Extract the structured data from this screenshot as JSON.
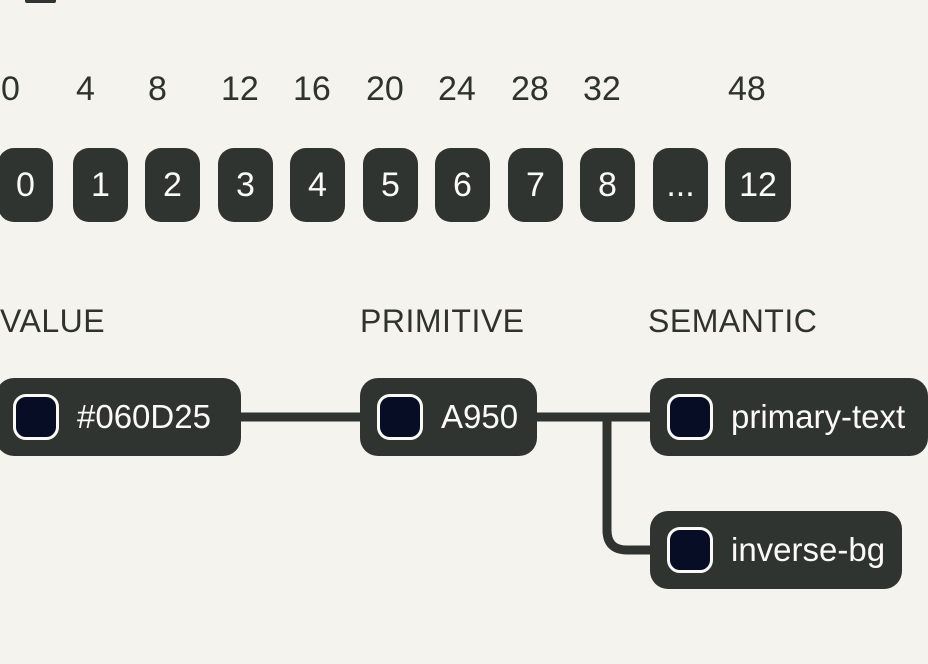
{
  "colors": {
    "background": "#f5f3ed",
    "block": "#2f3430",
    "swatch": "#060d25",
    "light_text": "#fbfaf7",
    "dark_text": "#2e332d"
  },
  "spacing_scale": {
    "items": [
      {
        "px": "0",
        "step": "0"
      },
      {
        "px": "4",
        "step": "1"
      },
      {
        "px": "8",
        "step": "2"
      },
      {
        "px": "12",
        "step": "3"
      },
      {
        "px": "16",
        "step": "4"
      },
      {
        "px": "20",
        "step": "5"
      },
      {
        "px": "24",
        "step": "6"
      },
      {
        "px": "28",
        "step": "7"
      },
      {
        "px": "32",
        "step": "8"
      },
      {
        "px": "",
        "step": "..."
      },
      {
        "px": "48",
        "step": "12"
      }
    ]
  },
  "token_flow": {
    "headings": {
      "value": "VALUE",
      "primitive": "PRIMITIVE",
      "semantic": "SEMANTIC"
    },
    "value_token": {
      "label": "#060D25",
      "swatch_color": "#060d25"
    },
    "primitive_token": {
      "label": "A950",
      "swatch_color": "#060d25"
    },
    "semantic_tokens": [
      {
        "label": "primary-text",
        "swatch_color": "#060d25"
      },
      {
        "label": "inverse-bg",
        "swatch_color": "#060d25"
      }
    ]
  }
}
